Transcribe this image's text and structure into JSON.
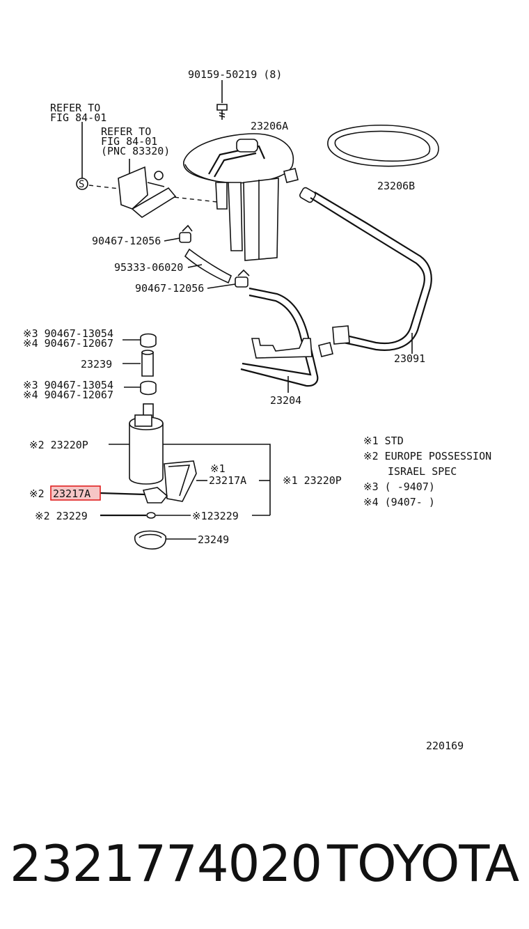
{
  "callouts": {
    "bolt": "90159-50219 (8)",
    "refer_a_line1": "REFER TO",
    "refer_a_line2": "FIG 84-01",
    "refer_b_line1": "REFER TO",
    "refer_b_line2": "FIG 84-01",
    "refer_b_line3": "(PNC 83320)",
    "bracket_symbol": "S",
    "plate": "23206A",
    "gasket": "23206B",
    "clamp_upper": "90467-12056",
    "hose": "95333-06020",
    "clamp_lower": "90467-12056",
    "fuel_tube": "23091",
    "suction_tube": "23204",
    "clamp_a_note3": "※3  90467-13054",
    "clamp_a_note4": "※4  90467-12067",
    "hose_small": "23239",
    "clamp_b_note3": "※3  90467-13054",
    "clamp_b_note4": "※4  90467-12067",
    "pump_left": "※2 23220P",
    "filter_note": "※1",
    "filter": "23217A",
    "pump_right": "※1 23220P",
    "filter_left_prefix": "※2",
    "filter_left_highlight": "23217A",
    "cushion_left": "※2 23229",
    "cushion_right": "※123229",
    "retainer": "23249"
  },
  "legend": {
    "note1": "※1 STD",
    "note2a": "※2 EUROPE POSSESSION",
    "note2b": "ISRAEL SPEC",
    "note3": "※3 (      -9407)",
    "note4": "※4 (9407-      )"
  },
  "figure_number": "220169",
  "footer": {
    "part_number": "2321774020",
    "brand": "TOYOTA"
  },
  "colors": {
    "highlight_fill": "#f6c6c6",
    "highlight_stroke": "#e02020"
  }
}
